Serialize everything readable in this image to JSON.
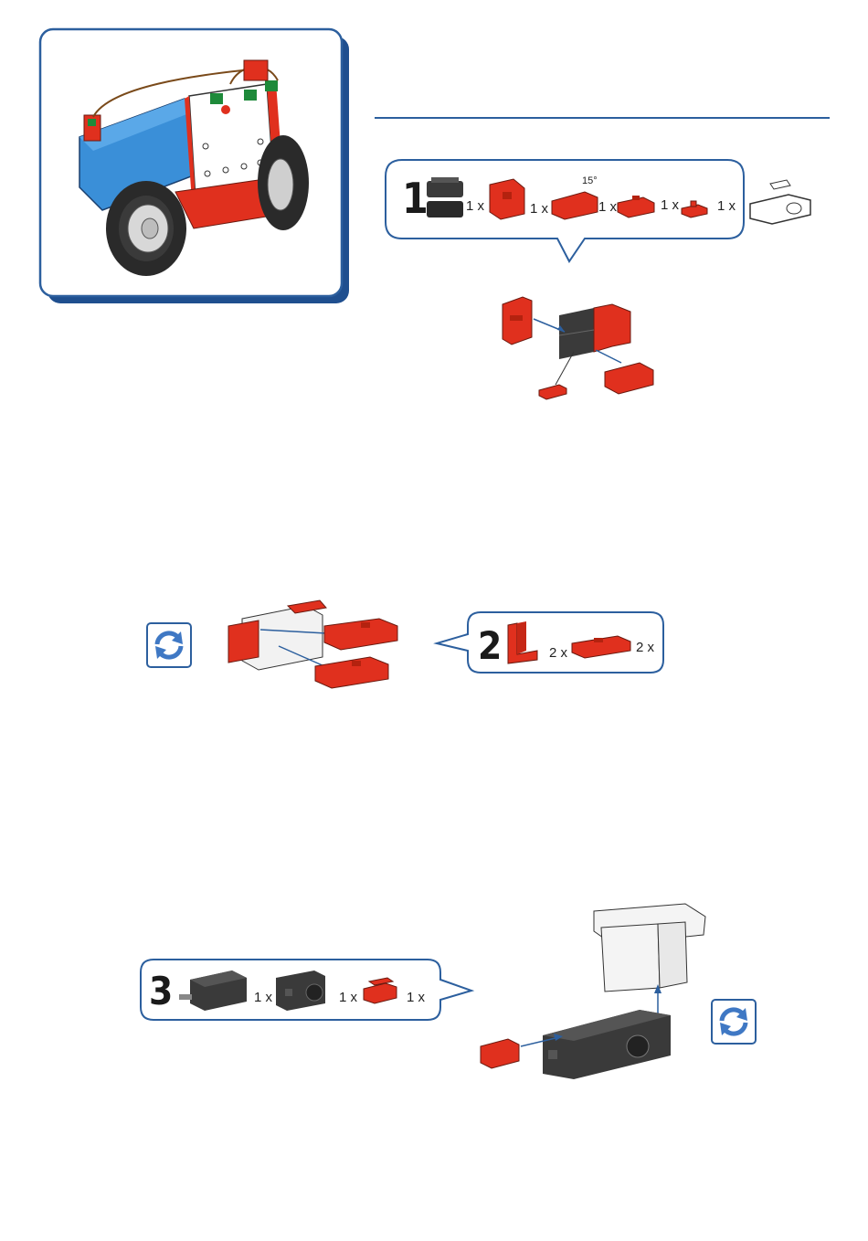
{
  "steps": [
    {
      "number": "1",
      "quantities": [
        "1 x",
        "1 x",
        "1 x",
        "1 x",
        "1 x"
      ],
      "angle_label": "15°"
    },
    {
      "number": "2",
      "quantities": [
        "2 x",
        "2 x"
      ]
    },
    {
      "number": "3",
      "quantities": [
        "1 x",
        "1 x",
        "1 x"
      ]
    }
  ],
  "colors": {
    "frame_blue": "#2c5f9e",
    "frame_dark": "#1f4f8f",
    "part_red": "#e0301e",
    "part_dark": "#3a3a3a",
    "rotate_blue": "#3f78c4"
  },
  "icons": [
    "model-preview",
    "rotate-icon",
    "baseplate-icon"
  ]
}
